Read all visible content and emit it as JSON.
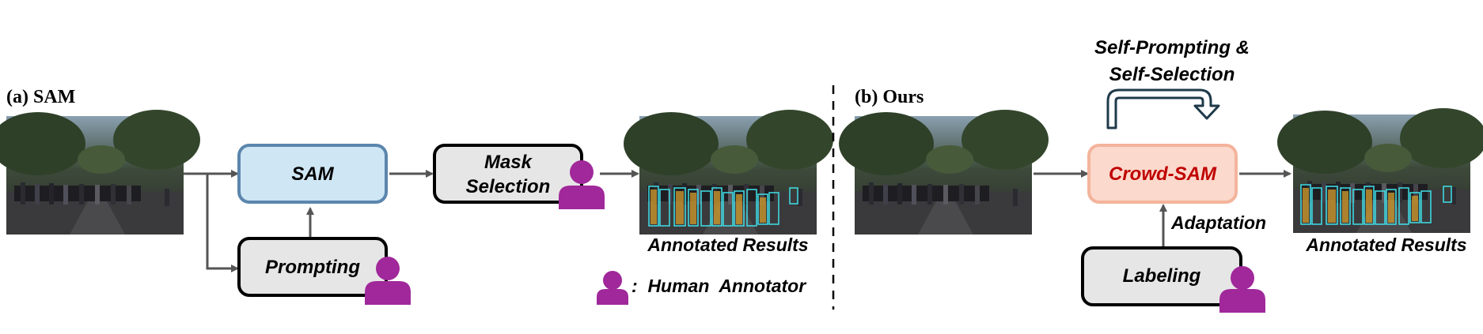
{
  "panel_a": {
    "title": "(a) SAM",
    "sam_box": "SAM",
    "prompting_box": "Prompting",
    "mask_selection_line1": "Mask",
    "mask_selection_line2": "Selection",
    "result_caption": "Annotated Results"
  },
  "legend": {
    "label": ":  Human  Annotator"
  },
  "panel_b": {
    "title": "(b) Ours",
    "loop_line1": "Self-Prompting &",
    "loop_line2": "Self-Selection",
    "crowd_sam_box": "Crowd-SAM",
    "adaptation_label": "Adaptation",
    "labeling_box": "Labeling",
    "result_caption": "Annotated Results"
  },
  "colors": {
    "sam_fill": "#cfe6f4",
    "sam_stroke": "#5b86ad",
    "crowd_fill": "#fbd9cc",
    "crowd_stroke": "#f3b49c",
    "crowd_text": "#c00000",
    "human_icon": "#a0289a",
    "gray_box_fill": "#e6e6e6",
    "arrow": "#555555",
    "loop_arrow": "#1f3a4a"
  }
}
